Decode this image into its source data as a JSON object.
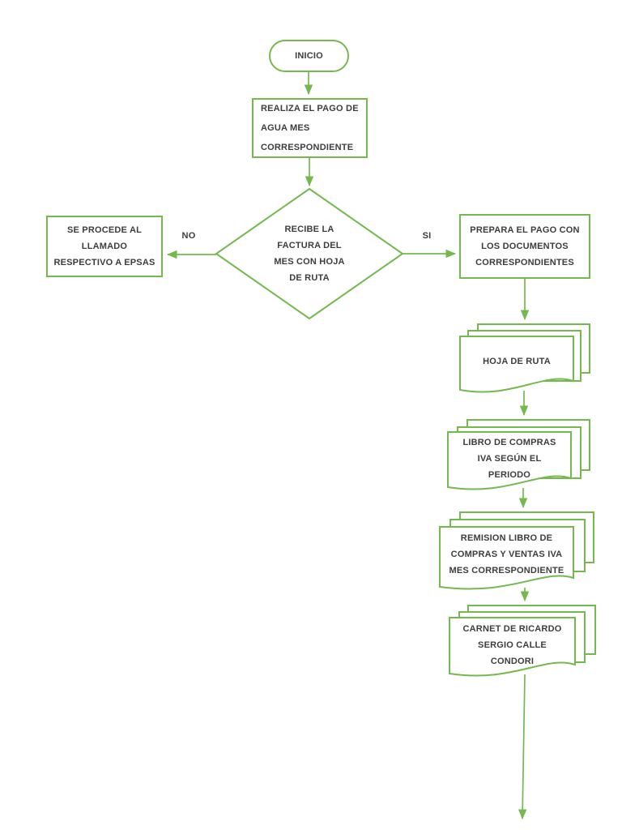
{
  "page": {
    "background_color": "#ffffff"
  },
  "colors": {
    "shape_stroke": "#74b94e",
    "arrow_fill": "#74b94e",
    "text_color": "#3d3d3d"
  },
  "flowchart": {
    "start": {
      "label": "INICIO",
      "shape": "terminator"
    },
    "process_pago": {
      "text": "REALIZA EL PAGO DE\nAGUA MES\nCORRESPONDIENTE",
      "shape": "process"
    },
    "decision_factura": {
      "text": "RECIBE LA\nFACTURA DEL\nMES CON HOJA\nDE RUTA",
      "shape": "decision"
    },
    "branch_no": {
      "label": "NO"
    },
    "branch_si": {
      "label": "SI"
    },
    "process_epsas": {
      "text": "SE PROCEDE AL\nLLAMADO\nRESPECTIVO A EPSAS",
      "shape": "process"
    },
    "process_prepara": {
      "text": "PREPARA EL PAGO CON\nLOS DOCUMENTOS\nCORRESPONDIENTES",
      "shape": "process"
    },
    "doc_hoja_ruta": {
      "text": "HOJA DE RUTA",
      "shape": "multidocument"
    },
    "doc_libro_compras": {
      "text": "LIBRO DE COMPRAS\nIVA SEGÚN EL\nPERIODO",
      "shape": "multidocument"
    },
    "doc_remision": {
      "text": "REMISION LIBRO DE\nCOMPRAS Y VENTAS IVA\nMES CORRESPONDIENTE",
      "shape": "multidocument"
    },
    "doc_carnet": {
      "text": "CARNET DE RICARDO\nSERGIO CALLE\nCONDORI",
      "shape": "multidocument"
    }
  }
}
